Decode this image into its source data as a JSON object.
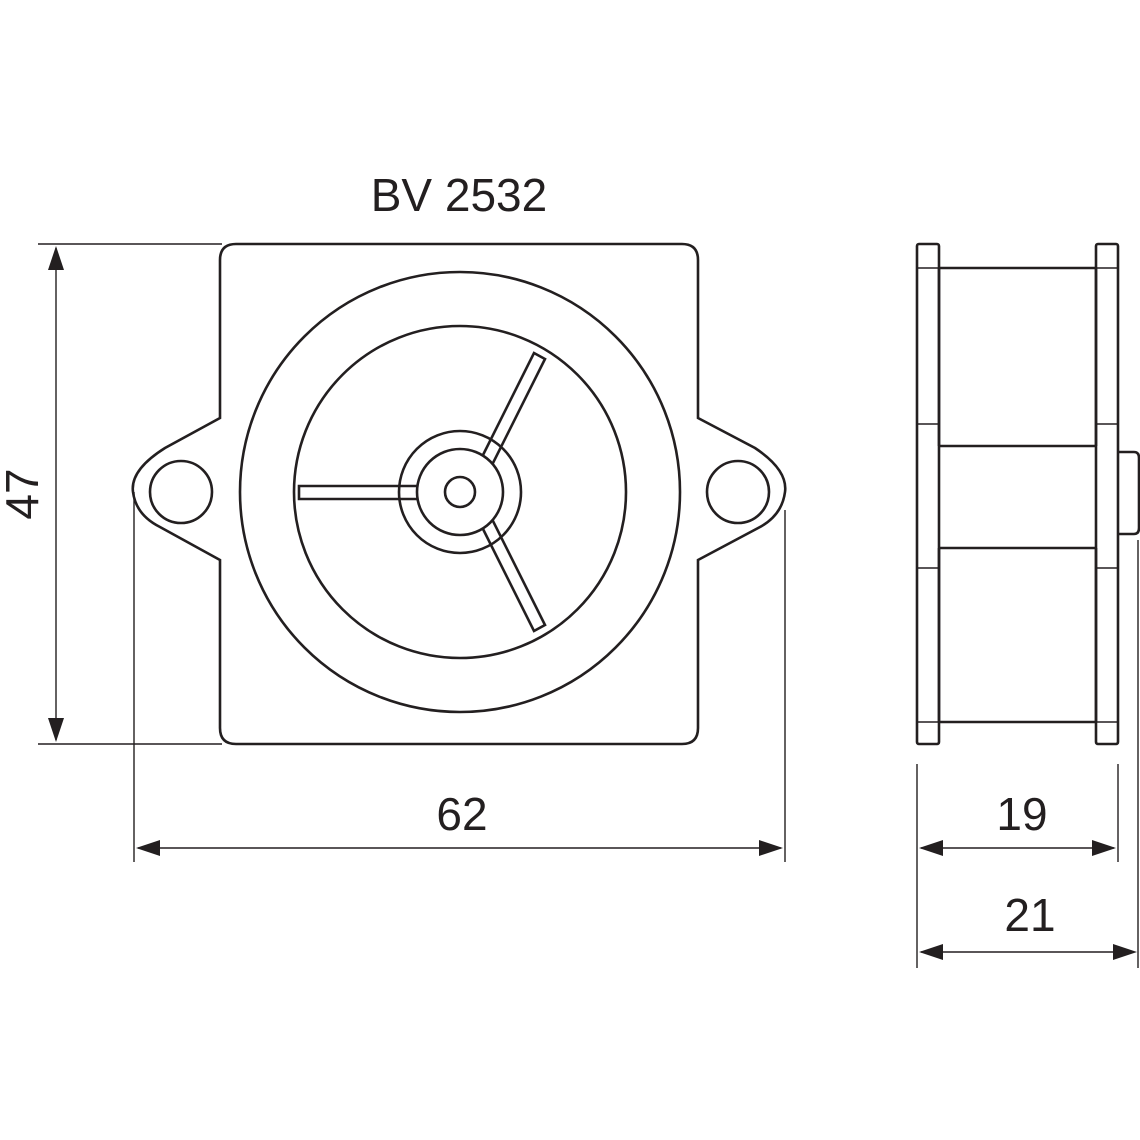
{
  "title": "BV 2532",
  "dimensions": {
    "height": "47",
    "width": "62",
    "depth_inner": "19",
    "depth_outer": "21"
  },
  "line_color": "#231f20",
  "background_color": "#ffffff"
}
